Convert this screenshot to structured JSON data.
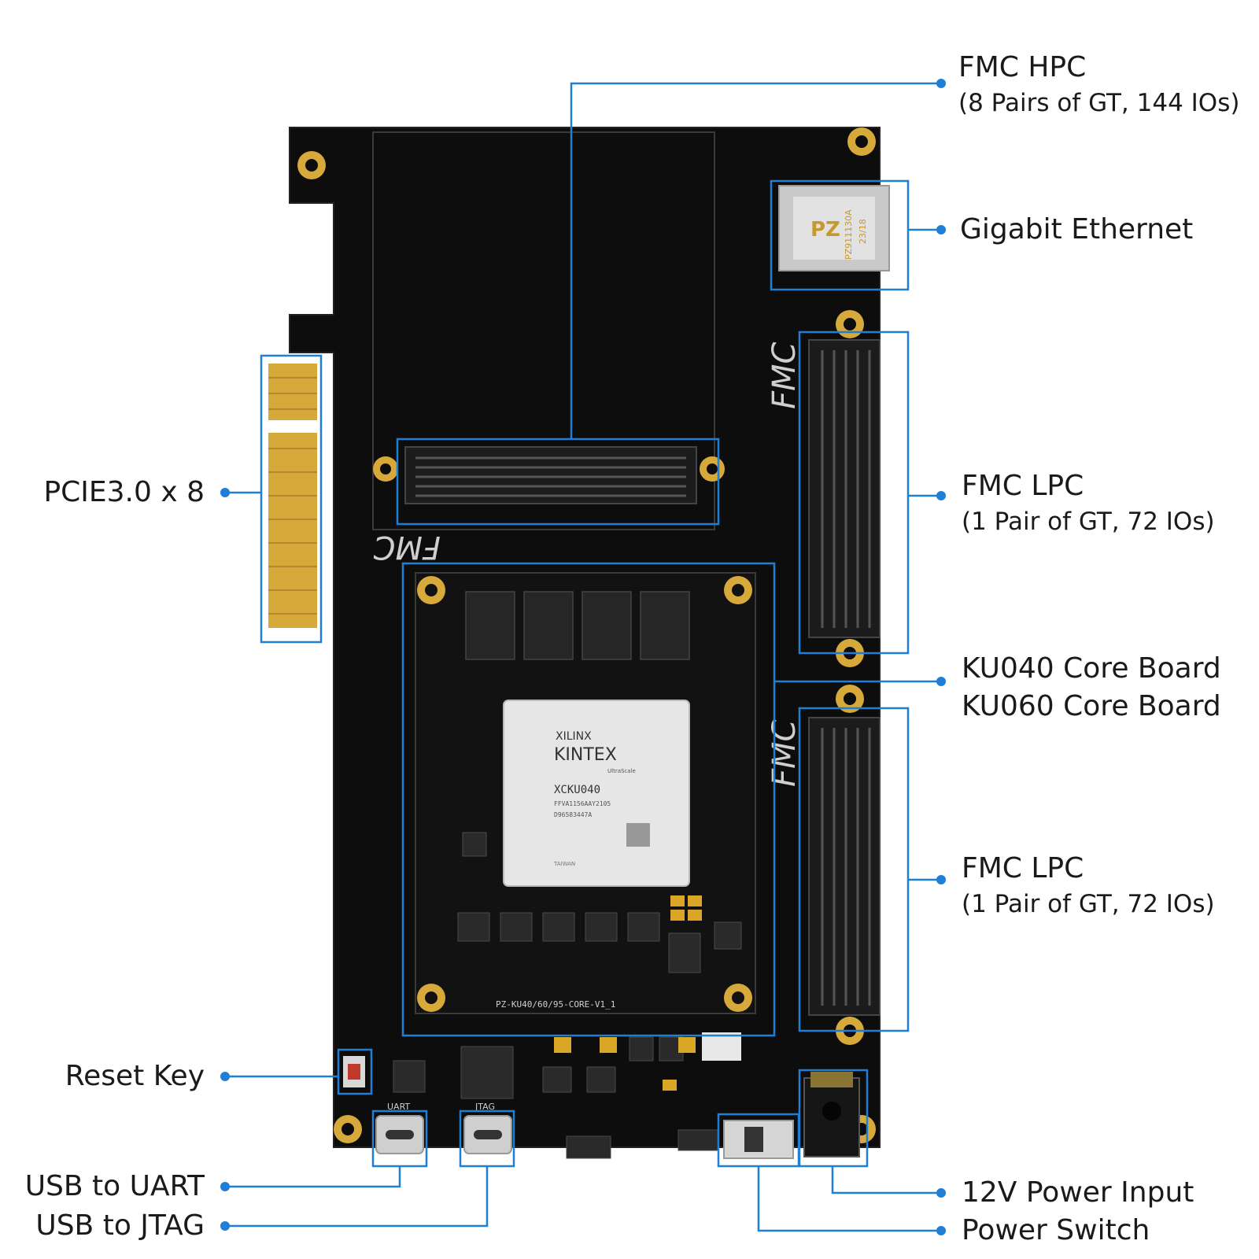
{
  "colors": {
    "callout": "#1f7fd6",
    "board": "#0d0d0d",
    "gold_pad": "#d6a93a",
    "silkscreen": "#cfcfcf",
    "background": "#ffffff"
  },
  "labels": {
    "fmc_hpc": {
      "title": "FMC HPC",
      "detail": "(8 Pairs of GT, 144 IOs)"
    },
    "ethernet": {
      "title": "Gigabit Ethernet"
    },
    "fmc_lpc_1": {
      "title": "FMC LPC",
      "detail": "(1 Pair of GT, 72 IOs)"
    },
    "core_board": {
      "line1": "KU040 Core Board",
      "line2": "KU060 Core Board"
    },
    "fmc_lpc_2": {
      "title": "FMC LPC",
      "detail": "(1 Pair of GT, 72 IOs)"
    },
    "power_input": {
      "title": "12V Power Input"
    },
    "power_switch": {
      "title": "Power Switch"
    },
    "pcie": {
      "title": "PCIE3.0 x 8"
    },
    "reset_key": {
      "title": "Reset Key"
    },
    "usb_uart": {
      "title": "USB to UART"
    },
    "usb_jtag": {
      "title": "USB to JTAG"
    }
  },
  "board_markings": {
    "fpga_vendor": "XILINX",
    "fpga_family": "KINTEX",
    "fpga_series": "UltraScale",
    "fpga_part": "XCKU040",
    "fpga_code1": "FFVA1156AAY2105",
    "fpga_code2": "D96583447A",
    "fpga_origin": "TAIWAN",
    "fmc_logo": "FMC",
    "core_pcb_name": "PZ-KU40/60/95-CORE-V1_1",
    "rj45_mark": "PZ",
    "rj45_code": "PZ911130A",
    "rj45_date": "23/18",
    "uart_silk": "UART",
    "jtag_silk": "JTAG"
  }
}
